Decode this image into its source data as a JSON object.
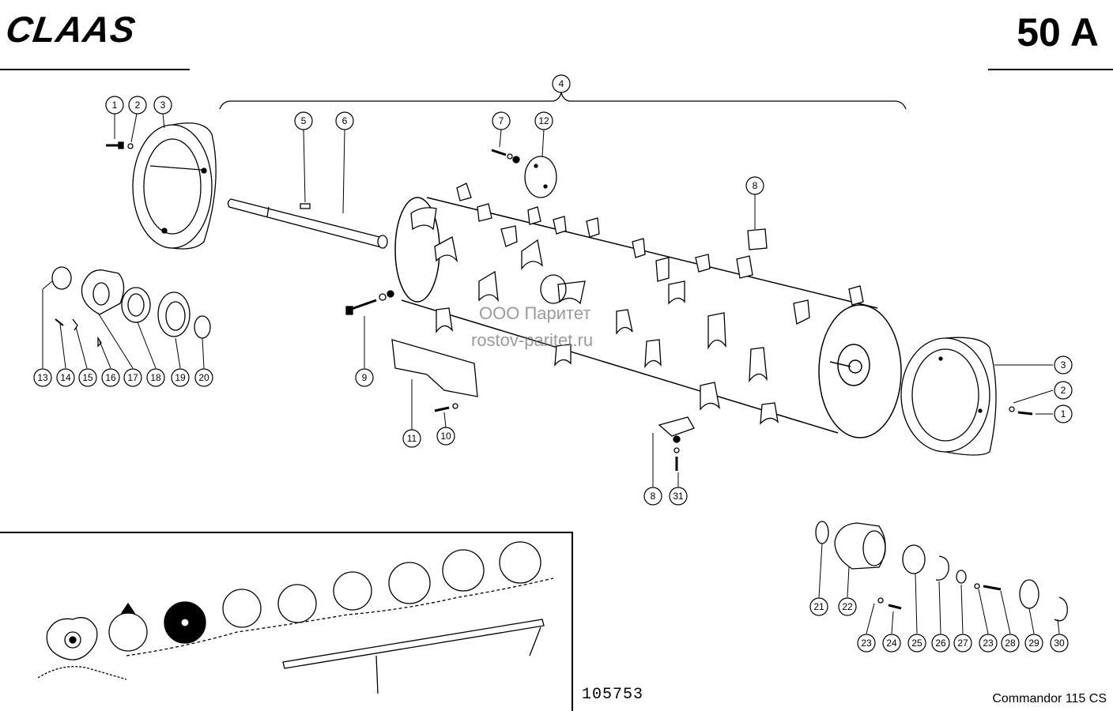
{
  "header": {
    "brand": "CLAAS",
    "page_number": "50 A"
  },
  "footer": {
    "drawing_number": "105753",
    "model": "Commandor 115 CS"
  },
  "watermark": {
    "line1": "ООО Паритет",
    "line2": "rostov-paritet.ru"
  },
  "callouts": {
    "c1a": "1",
    "c2a": "2",
    "c3a": "3",
    "c4": "4",
    "c5": "5",
    "c6": "6",
    "c7": "7",
    "c12": "12",
    "c8a": "8",
    "c8b": "8",
    "c9": "9",
    "c10": "10",
    "c11": "11",
    "c31": "31",
    "c3b": "3",
    "c2b": "2",
    "c1b": "1",
    "c13": "13",
    "c14": "14",
    "c15": "15",
    "c16": "16",
    "c17": "17",
    "c18": "18",
    "c19": "19",
    "c20": "20",
    "c21": "21",
    "c22": "22",
    "c23a": "23",
    "c24": "24",
    "c25": "25",
    "c26": "26",
    "c27": "27",
    "c23b": "23",
    "c28": "28",
    "c29": "29",
    "c30": "30"
  }
}
